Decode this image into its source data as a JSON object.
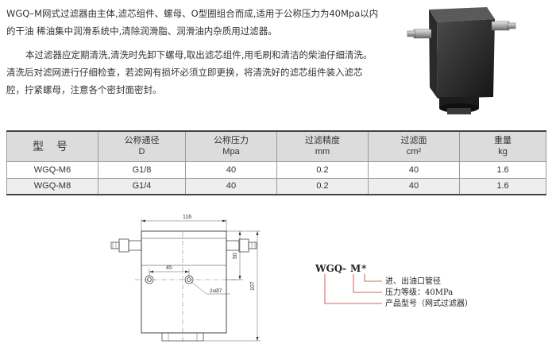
{
  "intro": {
    "paragraph1": "WGQ–M网式过滤器由主体,滤芯组件、螺母、O型圈组合而成,适用于公称压力为40Mpa以内的干油  稀油集中润滑系统中,清除润滑脂、润滑油内杂质用过滤器。",
    "paragraph2": "本过滤器应定期清洗,清洗时先卸下螺母,取出滤芯组件,用毛刷和清洁的柴油仔细清洗。清洗后对滤网进行仔细检查，若滤网有损坏必须立即更换，将清洗好的滤芯组件装入滤芯腔，拧紧螺母，注意各个密封面密封。"
  },
  "table": {
    "headers": [
      {
        "line1": "型 号",
        "line2": ""
      },
      {
        "line1": "公称通径",
        "line2": "D"
      },
      {
        "line1": "公称压力",
        "line2": "Mpa"
      },
      {
        "line1": "过滤精度",
        "line2": "mm"
      },
      {
        "line1": "过滤面",
        "line2": "cm²"
      },
      {
        "line1": "重量",
        "line2": "kg"
      }
    ],
    "rows": [
      [
        "WGQ-M6",
        "G1/8",
        "40",
        "0.2",
        "40",
        "1.6"
      ],
      [
        "WGQ-M8",
        "G1/4",
        "40",
        "0.2",
        "40",
        "1.6"
      ]
    ]
  },
  "drawing": {
    "dim_width": "116",
    "dim_hole_spacing": "45",
    "dim_height_upper": "50",
    "dim_height_total": "107",
    "hole_note": "2xØ7"
  },
  "legend": {
    "code_prefix": "WGQ",
    "code_dash1": "-",
    "code_m": "M",
    "code_star": "*",
    "line1": "进、出油口管径",
    "line2": "压力等级：40MPa",
    "line3": "产品型号（网式过滤器）"
  }
}
